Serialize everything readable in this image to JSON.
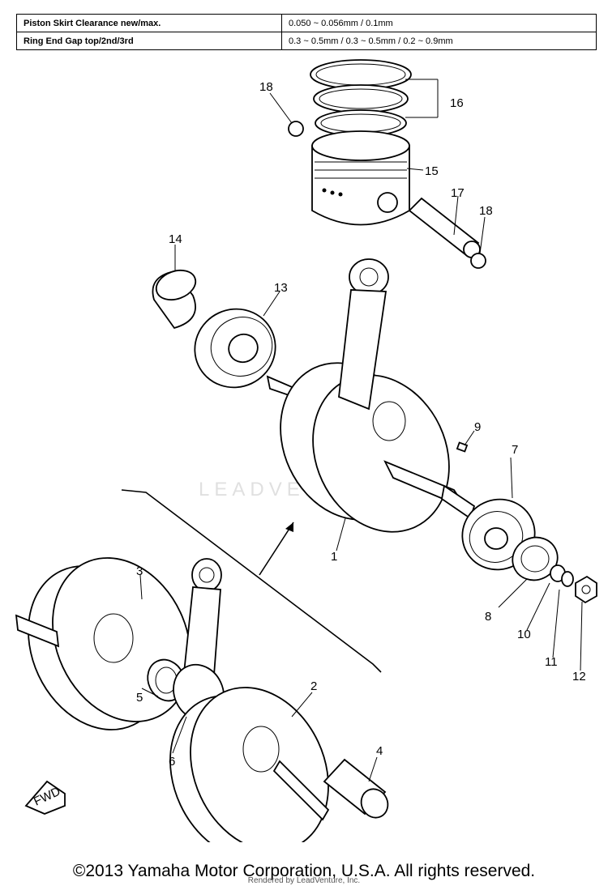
{
  "specs": [
    {
      "label": "Piston Skirt Clearance new/max.",
      "value": "0.050 ~ 0.056mm / 0.1mm"
    },
    {
      "label": "Ring End Gap top/2nd/3rd",
      "value": "0.3 ~ 0.5mm / 0.3 ~ 0.5mm / 0.2 ~ 0.9mm"
    }
  ],
  "callouts": {
    "c1": "1",
    "c2": "2",
    "c3": "3",
    "c4": "4",
    "c5": "5",
    "c6": "6",
    "c7": "7",
    "c8": "8",
    "c9": "9",
    "c10": "10",
    "c11": "11",
    "c12": "12",
    "c13": "13",
    "c14": "14",
    "c15": "15",
    "c16": "16",
    "c17": "17",
    "c18a": "18",
    "c18b": "18"
  },
  "fwd_label": "FWD",
  "watermark": "LEADVENTURE",
  "copyright": "©2013 Yamaha Motor Corporation, U.S.A. All rights reserved.",
  "rendered_by": "Rendered by LeadVenture, Inc."
}
